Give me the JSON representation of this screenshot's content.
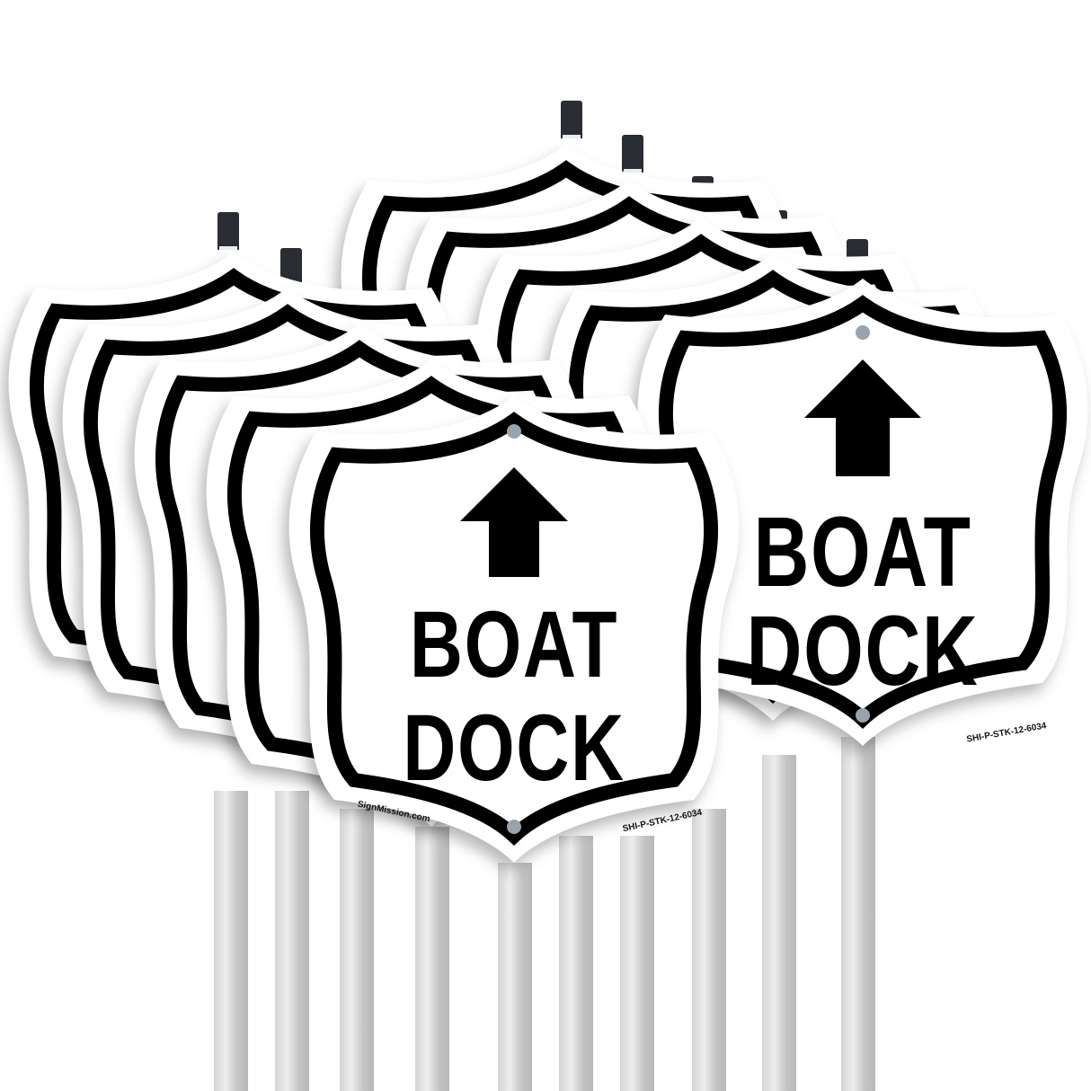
{
  "product": {
    "sign_title_line1": "BOAT",
    "sign_title_line2": "DOCK",
    "arrow_icon": "up-arrow",
    "brand_url": "SignMission.com",
    "sku": "SHI-P-STK-12-6034",
    "shape": "shield",
    "sign_count": 10,
    "colors": {
      "background": "#ffffff",
      "border": "#000000",
      "text": "#000000",
      "stake": "#c8c8c8",
      "clip": "#2a2d33"
    }
  }
}
